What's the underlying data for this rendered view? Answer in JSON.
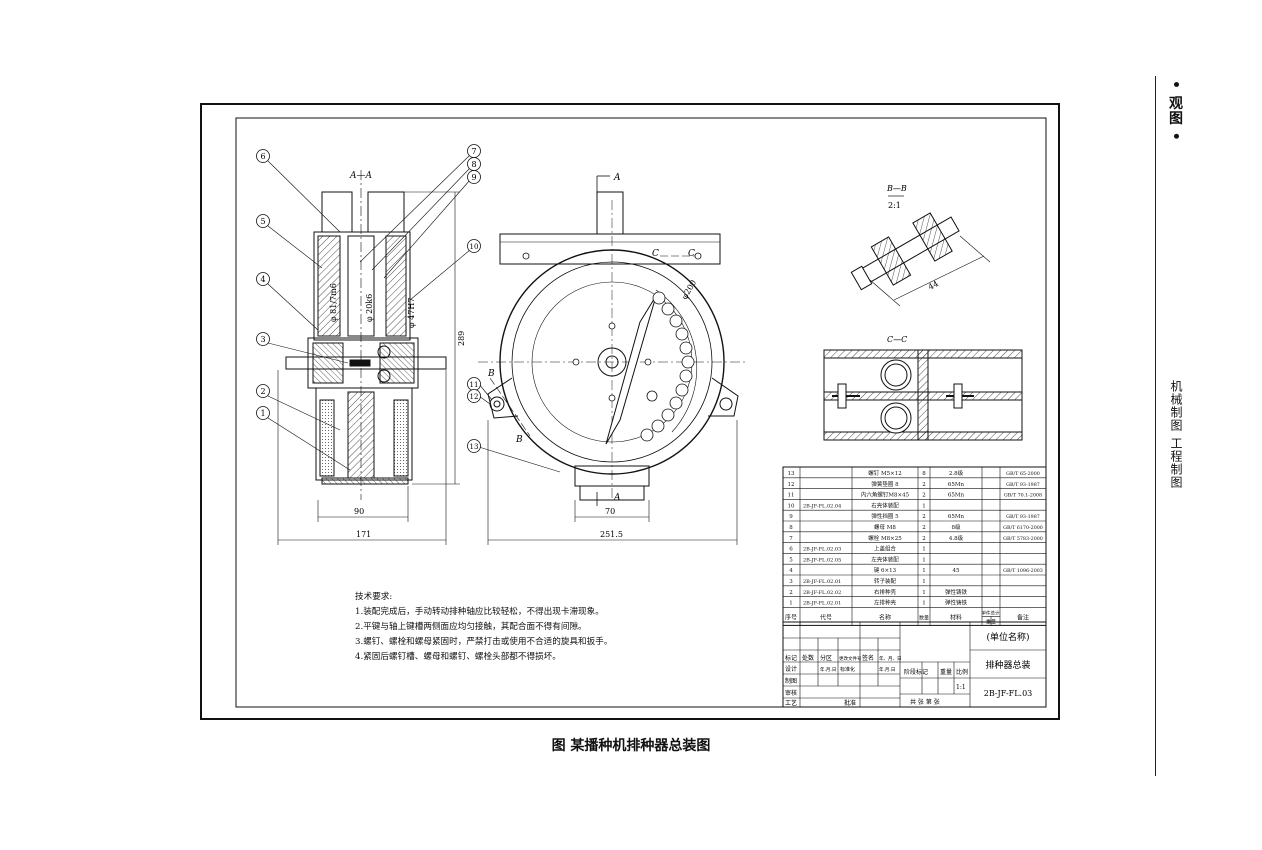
{
  "side": {
    "header": "• 观图 •",
    "title": "机械制图 工程制图"
  },
  "caption": "图 某播种机排种器总装图",
  "views": {
    "section_aa": "A—A",
    "section_bb": "B—B",
    "section_bb_scale": "2:1",
    "section_cc": "C—C",
    "cut_a": "A",
    "cut_b": "B",
    "cut_c": "C"
  },
  "dimensions": {
    "d1": "φ 81/7m6",
    "d2": "φ 20k6",
    "d3": "φ 47H7",
    "d4": "289",
    "d5": "90",
    "d6": "171",
    "d7": "70",
    "d8": "251.5",
    "d9": "φ200",
    "d10": "44"
  },
  "balloons": [
    "6",
    "5",
    "4",
    "3",
    "2",
    "1",
    "7",
    "8",
    "9",
    "10",
    "11",
    "12",
    "13"
  ],
  "tech_requirements": {
    "title": "技术要求:",
    "items": [
      "1.装配完成后，手动转动排种轴应比较轻松，不得出现卡滞现象。",
      "2.平键与轴上键槽两侧面应均匀接触，其配合面不得有间隙。",
      "3.螺钉、螺栓和螺母紧固时，严禁打击或使用不合适的旋具和扳手。",
      "4.紧固后螺钉槽、螺母和螺钉、螺栓头部都不得损坏。"
    ]
  },
  "bom": {
    "headers": [
      "序号",
      "代号",
      "名称",
      "数量",
      "材料",
      "单件",
      "总计",
      "备注"
    ],
    "weight_header": "重量",
    "rows": [
      {
        "no": "13",
        "code": "",
        "name": "螺钉 M5×12",
        "qty": "8",
        "mat": "2.8级",
        "note": "GB/T 65-2000"
      },
      {
        "no": "12",
        "code": "",
        "name": "弹簧垫圈 8",
        "qty": "2",
        "mat": "65Mn",
        "note": "GB/T 93-1987"
      },
      {
        "no": "11",
        "code": "",
        "name": "内六角螺钉M8×45",
        "qty": "2",
        "mat": "65Mn",
        "note": "GB/T 70.1-2008"
      },
      {
        "no": "10",
        "code": "2B-JF-FL.02.04",
        "name": "右壳体装配",
        "qty": "1",
        "mat": "",
        "note": ""
      },
      {
        "no": "9",
        "code": "",
        "name": "弹性挡圈 5",
        "qty": "2",
        "mat": "65Mn",
        "note": "GB/T 93-1987"
      },
      {
        "no": "8",
        "code": "",
        "name": "螺母 M8",
        "qty": "2",
        "mat": "8级",
        "note": "GB/T 6170-2000"
      },
      {
        "no": "7",
        "code": "",
        "name": "螺栓 M8×25",
        "qty": "2",
        "mat": "4.8级",
        "note": "GB/T 5783-2000"
      },
      {
        "no": "6",
        "code": "2B-JF-FL.02.03",
        "name": "上盖组合",
        "qty": "1",
        "mat": "",
        "note": ""
      },
      {
        "no": "5",
        "code": "2B-JF-FL.02.05",
        "name": "左壳体装配",
        "qty": "1",
        "mat": "",
        "note": ""
      },
      {
        "no": "4",
        "code": "",
        "name": "键 6×13",
        "qty": "1",
        "mat": "45",
        "note": "GB/T 1096-2003"
      },
      {
        "no": "3",
        "code": "2B-JF-FL.02.01",
        "name": "转子装配",
        "qty": "1",
        "mat": "",
        "note": ""
      },
      {
        "no": "2",
        "code": "2B-JF-FL.02.02",
        "name": "右排种壳",
        "qty": "1",
        "mat": "弹性铸铁",
        "note": ""
      },
      {
        "no": "1",
        "code": "2B-JF-FL.02.01",
        "name": "左排种壳",
        "qty": "1",
        "mat": "弹性铸铁",
        "note": ""
      }
    ]
  },
  "title_block": {
    "unit": "(单位名称)",
    "drawing_name": "排种器总装",
    "drawing_code": "2B-JF-FL.03",
    "row_labels": [
      "标记",
      "处数",
      "分区",
      "更改文件号",
      "签名",
      "年、月、日"
    ],
    "design": "设计",
    "standard": "标准化",
    "drafting": "制图",
    "check": "审核",
    "process": "工艺",
    "approve": "批准",
    "stage_mark": "阶段标记",
    "weight": "重量",
    "scale": "比例",
    "scale_value": "1:1",
    "sheets": "共 张 第 张",
    "sig_date": "年.月.日"
  }
}
